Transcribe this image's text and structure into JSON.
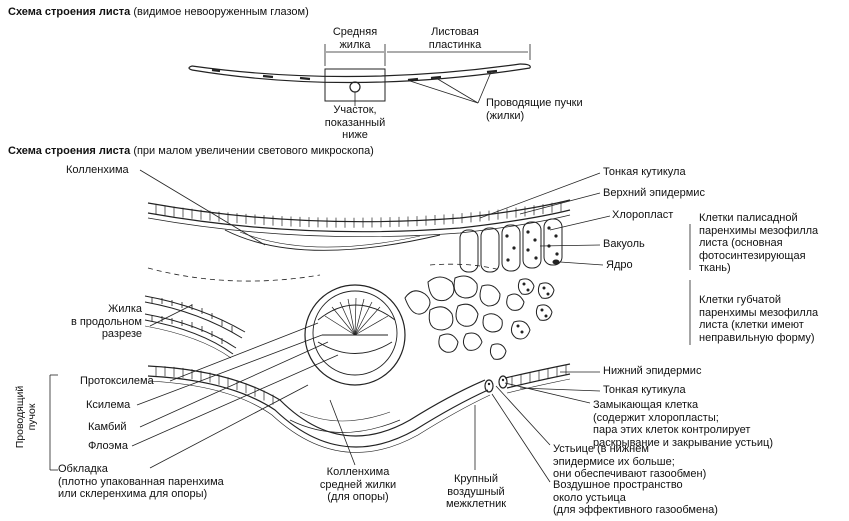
{
  "title1": {
    "bold": "Схема строения листа",
    "normal": "(видимое невооруженным глазом)"
  },
  "title2": {
    "bold": "Схема строения листа",
    "normal": "(при малом увеличении светового микроскопа)"
  },
  "top_labels": {
    "midrib": [
      "Средняя",
      "жилка"
    ],
    "blade": [
      "Листовая",
      "пластинка"
    ],
    "section": [
      "Участок,",
      "показанный",
      "ниже"
    ],
    "bundles": [
      "Проводящие пучки",
      "(жилки)"
    ]
  },
  "left_labels": {
    "collenchyma": "Колленхима",
    "vein_long": [
      "Жилка",
      "в продольном",
      "разрезе"
    ],
    "bundle_group": [
      "Проводящий",
      "пучок"
    ],
    "protoxylem": "Протоксилема",
    "xylem": "Ксилема",
    "cambium": "Камбий",
    "phloem": "Флоэма",
    "sheath": [
      "Обкладка",
      "(плотно упакованная паренхима",
      "или склеренхима для опоры)"
    ]
  },
  "bottom_labels": {
    "midrib_collenchyma": [
      "Колленхима",
      "средней жилки",
      "(для опоры)"
    ],
    "air_space": [
      "Крупный",
      "воздушный",
      "межклетник"
    ]
  },
  "right_labels": {
    "thin_cuticle_top": "Тонкая кутикула",
    "upper_epidermis": "Верхний эпидермис",
    "chloroplast": "Хлоропласт",
    "vacuole": "Вакуоль",
    "nucleus": "Ядро",
    "palisade": [
      "Клетки палисадной",
      "паренхимы мезофилла",
      "листа (основная",
      "фотосинтезирующая",
      "ткань)"
    ],
    "spongy": [
      "Клетки губчатой",
      "паренхимы мезофилла",
      "листа (клетки имеют",
      "неправильную форму)"
    ],
    "lower_epidermis": "Нижний эпидермис",
    "thin_cuticle_bottom": "Тонкая кутикула",
    "guard_cell": [
      "Замыкающая клетка",
      "(содержит хлоропласты;",
      "пара этих клеток контролирует",
      "раскрывание и закрывание устьиц)"
    ],
    "stomata": [
      "Устьице (в нижнем",
      "эпидермисе их больше;",
      "они обеспечивают газообмен)"
    ],
    "substomatal": [
      "Воздушное пространство",
      "около устьица",
      "(для эффективного газообмена)"
    ]
  }
}
